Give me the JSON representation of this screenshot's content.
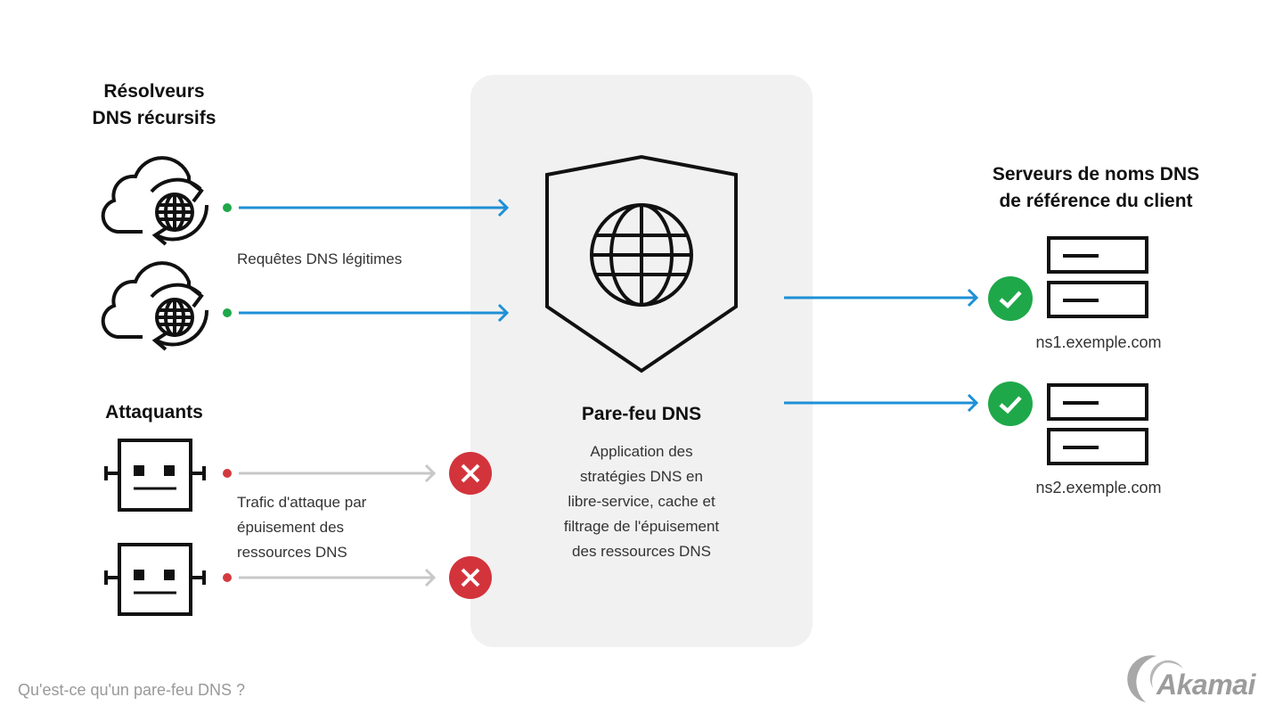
{
  "resolvers": {
    "heading_line1": "Résolveurs",
    "heading_line2": "DNS récursifs",
    "flow_label": "Requêtes DNS légitimes",
    "icon": "cloud-sync-globe-icon"
  },
  "attackers": {
    "heading": "Attaquants",
    "flow_label_line1": "Trafic d'attaque par",
    "flow_label_line2": "épuisement des",
    "flow_label_line3": "ressources DNS",
    "icon": "robot-icon",
    "blocked_icon": "x-circle-icon"
  },
  "firewall": {
    "title": "Pare-feu DNS",
    "description_lines": [
      "Application des",
      "stratégies DNS en",
      "libre-service, cache et",
      "filtrage de l'épuisement",
      "des ressources DNS"
    ],
    "icon": "shield-globe-icon"
  },
  "name_servers": {
    "heading_line1": "Serveurs de noms DNS",
    "heading_line2": "de référence du client",
    "servers": [
      {
        "name": "ns1.exemple.com",
        "status_icon": "check-circle-icon"
      },
      {
        "name": "ns2.exemple.com",
        "status_icon": "check-circle-icon"
      }
    ]
  },
  "footer": {
    "caption": "Qu'est-ce qu'un pare-feu DNS ?",
    "logo_text": "Akamai"
  },
  "colors": {
    "legit_arrow": "#1e90d6",
    "legit_dot": "#1fa84a",
    "attack_arrow": "#c8c8c8",
    "attack_dot": "#d33a3f",
    "blocked": "#d3343c",
    "allowed": "#1fa84a",
    "panel": "#f1f1f1"
  }
}
